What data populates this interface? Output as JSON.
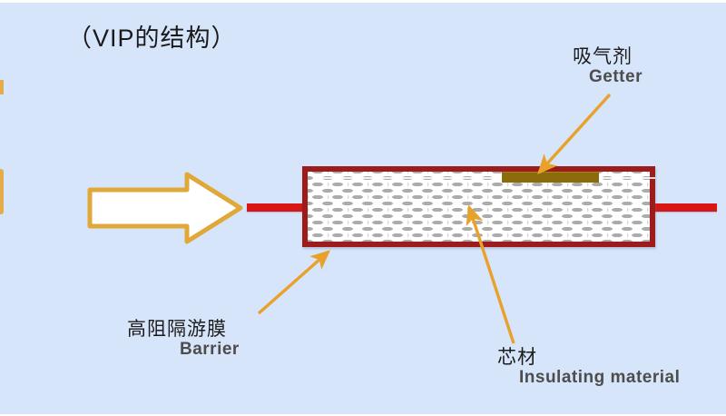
{
  "title": "（VIP的结构）",
  "colors": {
    "background": "#d7e5fa",
    "panel_border": "#9e1b1b",
    "panel_fill": "#ffffff",
    "getter": "#8c6b0c",
    "seal_stub": "#d81616",
    "leader_line": "#e8a22c",
    "arrow_outline": "#e0a839",
    "arrow_fill": "#ffffff",
    "text": "#1c1c1c",
    "text_en": "#4d4d4d"
  },
  "diagram": {
    "flow_arrow": {
      "name": "flow-arrow",
      "direction": "right"
    },
    "panel": {
      "name": "vacuum-insulation-panel"
    },
    "getter_strip": {
      "name": "getter-strip"
    },
    "seal_left": {
      "name": "seal-stub-left"
    },
    "seal_right": {
      "name": "seal-stub-right"
    }
  },
  "callouts": [
    {
      "id": "getter",
      "cn": "吸气剂",
      "en": "Getter"
    },
    {
      "id": "barrier",
      "cn": "高阻隔游膜",
      "en": "Barrier"
    },
    {
      "id": "core",
      "cn": "芯材",
      "en": "Insulating material"
    }
  ]
}
